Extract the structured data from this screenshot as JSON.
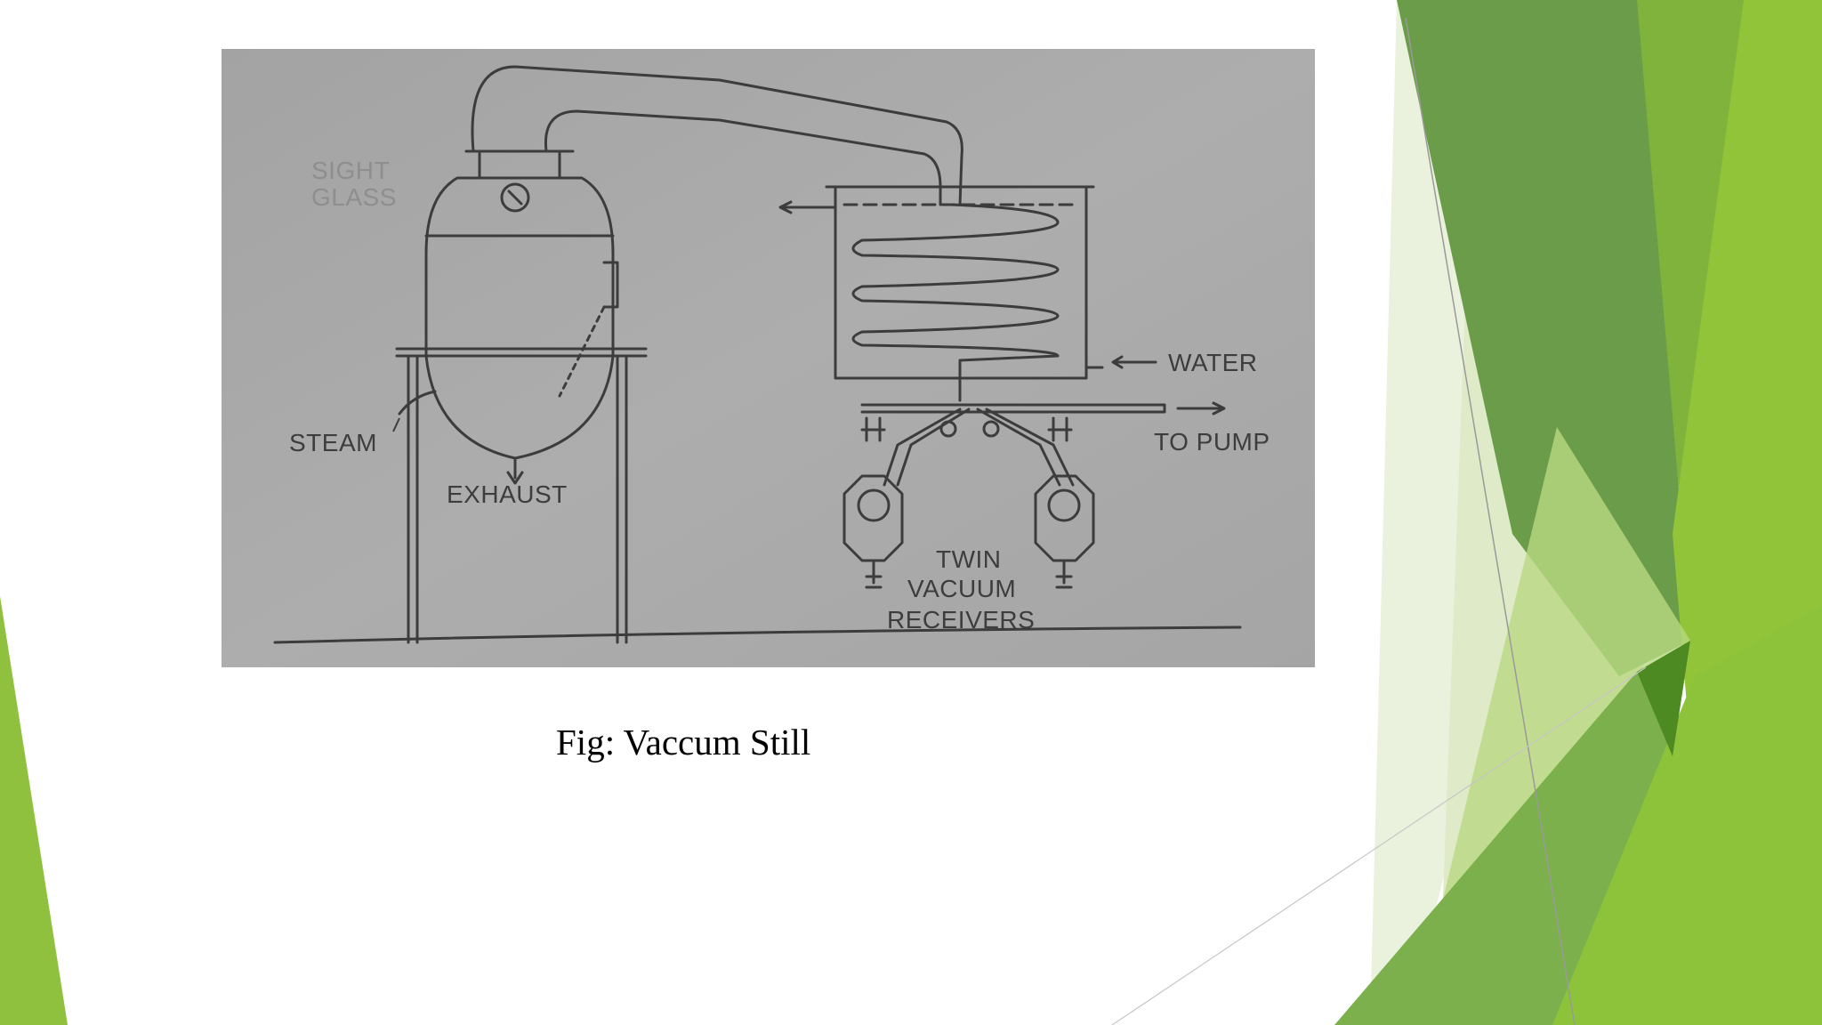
{
  "colors": {
    "photo_background": "#a8a8a8",
    "line_ink": "#3c3c3c",
    "green_dark": "#6a9c4a",
    "green_mid": "#7fb33b",
    "green_bright": "#92c43a",
    "green_pale": "#dfeac8",
    "green_light": "#b9d882"
  },
  "diagram": {
    "labels": {
      "sight_glass": [
        "SIGHT",
        "GLASS"
      ],
      "steam": "STEAM",
      "exhaust": "EXHAUST",
      "water": "WATER",
      "to_pump": "TO PUMP",
      "receivers": [
        "TWIN",
        "VACUUM",
        "RECEIVERS"
      ]
    }
  },
  "caption": "Fig: Vaccum Still"
}
